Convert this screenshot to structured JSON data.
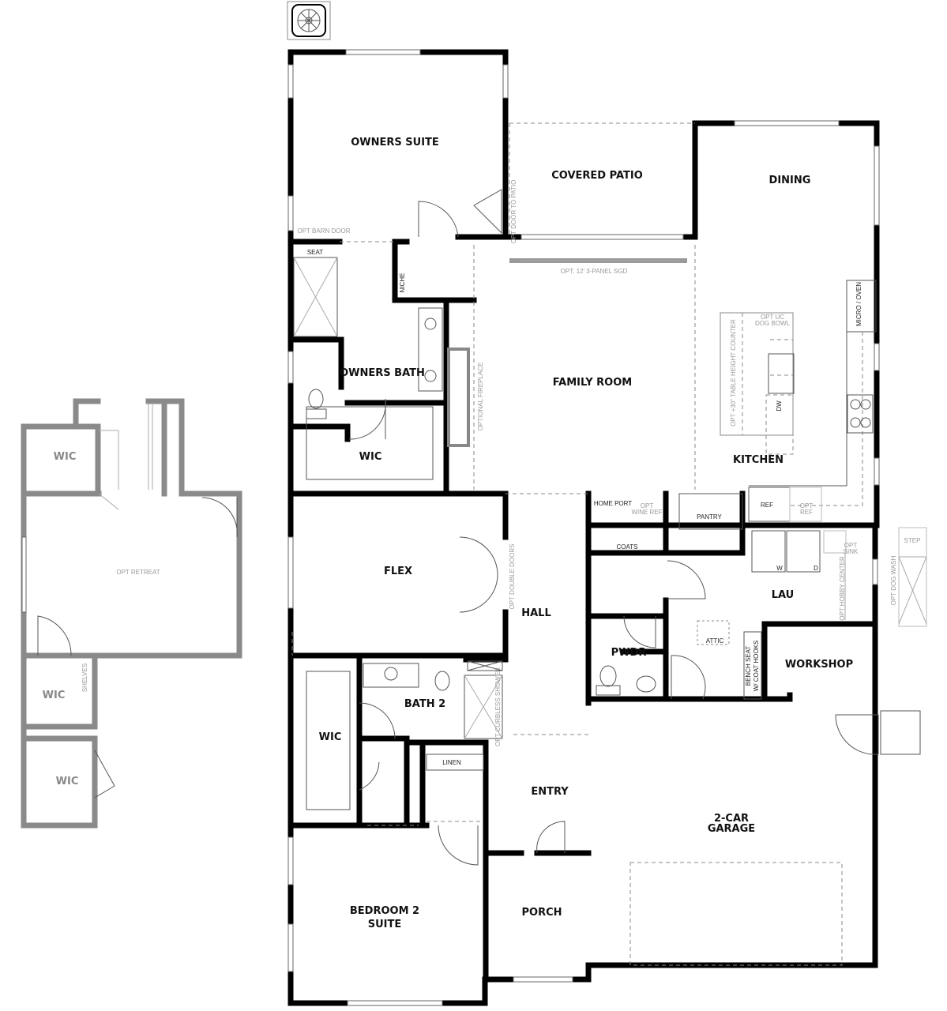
{
  "rooms": {
    "owners_suite": "OWNERS SUITE",
    "covered_patio": "COVERED PATIO",
    "dining": "DINING",
    "owners_bath": "OWNERS BATH",
    "family_room": "FAMILY ROOM",
    "kitchen": "KITCHEN",
    "wic_owner": "WIC",
    "flex": "FLEX",
    "hall": "HALL",
    "lau": "LAU",
    "pwdr": "PWDR",
    "workshop": "WORKSHOP",
    "bath2": "BATH 2",
    "wic_bed2": "WIC",
    "entry": "ENTRY",
    "garage_line1": "2-CAR",
    "garage_line2": "GARAGE",
    "bedroom2_line1": "BEDROOM 2",
    "bedroom2_line2": "SUITE",
    "porch": "PORCH"
  },
  "notes": {
    "opt_barn_door": "OPT BARN DOOR",
    "seat": "SEAT",
    "niche": "NICHE",
    "opt_door_to_patio": "OPT DOOR TO PATIO",
    "opt_sgd": "OPT. 12' 3-PANEL SGD",
    "optional_fireplace": "OPTIONAL FIREPLACE",
    "micro_oven": "MICRO / OVEN",
    "opt_uc_dog_bowl_1": "OPT UC",
    "opt_uc_dog_bowl_2": "DOG BOWL",
    "opt_table_counter": "OPT +30\" TABLE HEIGHT COUNTER",
    "dw": "DW",
    "home_port": "HOME PORT",
    "opt_wine_ref_1": "OPT",
    "opt_wine_ref_2": "WINE REF",
    "pantry": "PANTRY",
    "ref": "REF",
    "opt_ref_1": "OPT",
    "opt_ref_2": "REF",
    "coats": "COATS",
    "washer": "W",
    "dryer": "D",
    "opt_sink_1": "OPT",
    "opt_sink_2": "SINK",
    "opt_hobby_center": "OPT HOBBY CENTER",
    "step": "STEP",
    "opt_dog_wash": "OPT DOG WASH",
    "opt_double_doors": "OPT DOUBLE DOORS",
    "attic": "ATTIC",
    "bench_seat_1": "BENCH SEAT",
    "bench_seat_2": "W/ COAT HOOKS",
    "opt_curbless_shower": "OPT CURBLESS SHOWER",
    "linen": "LINEN"
  },
  "optional_retreat": {
    "wic_top": "WIC",
    "opt_retreat": "OPT RETREAT",
    "wic_mid": "WIC",
    "shelves": "SHELVES",
    "wic_bottom": "WIC"
  },
  "icons": {
    "compass": "floor-drain-icon"
  }
}
